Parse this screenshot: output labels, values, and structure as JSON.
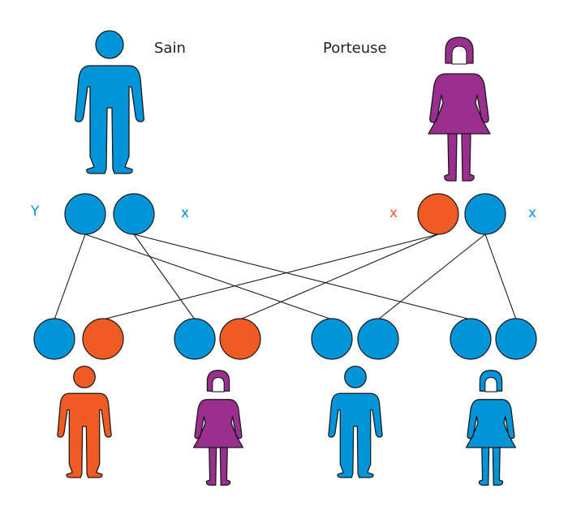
{
  "colors": {
    "blue": "#0094d9",
    "orange": "#f05a23",
    "purple": "#9b2f8f",
    "stroke": "#1a1a1a"
  },
  "father": {
    "label": "Sain",
    "chromosomes": [
      "Y",
      "x"
    ],
    "figure": "male-figure-blue"
  },
  "mother": {
    "label": "Porteuse",
    "chromosomes": [
      "x",
      "x"
    ],
    "figure": "female-figure-purple"
  },
  "children": [
    {
      "figure": "male-figure-orange",
      "chromosomes": [
        "blue",
        "orange"
      ]
    },
    {
      "figure": "female-figure-purple",
      "chromosomes": [
        "blue",
        "orange"
      ]
    },
    {
      "figure": "male-figure-blue",
      "chromosomes": [
        "blue",
        "blue"
      ]
    },
    {
      "figure": "female-figure-blue",
      "chromosomes": [
        "blue",
        "blue"
      ]
    }
  ]
}
